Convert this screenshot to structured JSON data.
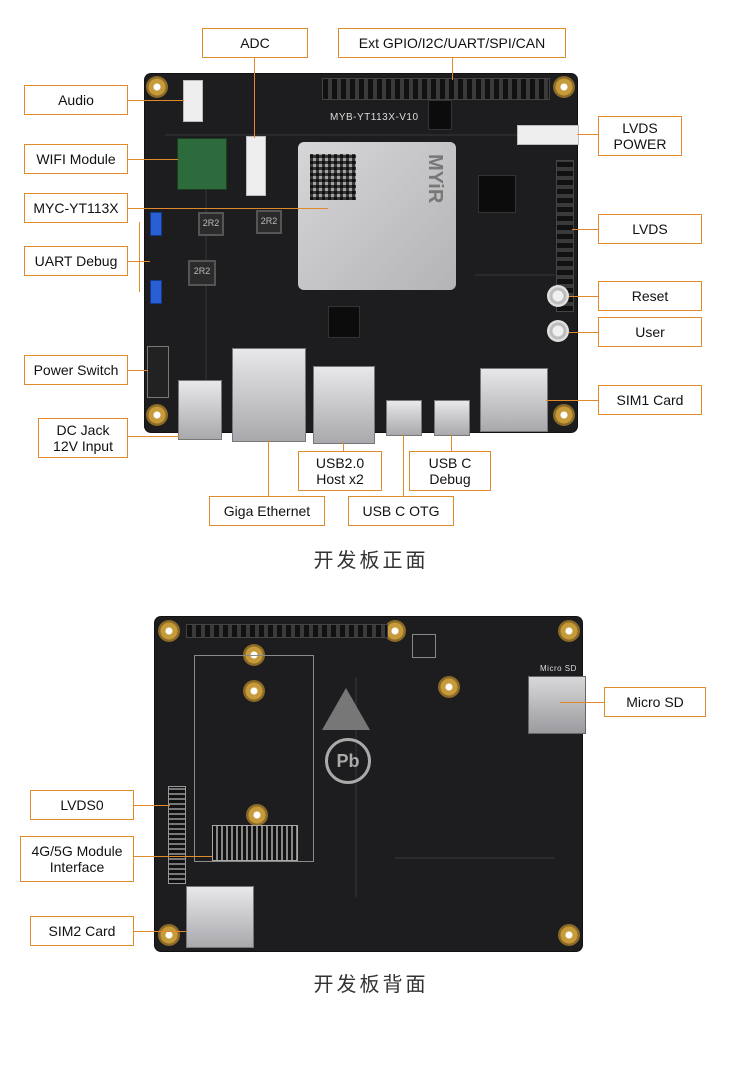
{
  "colors": {
    "callout_border": "#e08a2b",
    "board": "#1d1d1f"
  },
  "front": {
    "board_text": "MYB-YT113X-V10",
    "som_brand": "MYiR",
    "callouts": {
      "adc": "ADC",
      "ext_gpio": "Ext GPIO/I2C/UART/SPI/CAN",
      "audio": "Audio",
      "lvds_power": "LVDS\nPOWER",
      "wifi": "WIFI Module",
      "myc": "MYC-YT113X",
      "lvds": "LVDS",
      "uart": "UART Debug",
      "reset": "Reset",
      "user": "User",
      "power_switch": "Power Switch",
      "sim1": "SIM1 Card",
      "dc_jack": "DC Jack\n12V Input",
      "usb2": "USB2.0\nHost x2",
      "usbc_debug": "USB C\nDebug",
      "giga_eth": "Giga Ethernet",
      "usbc_otg": "USB C OTG"
    },
    "caption": "开发板正面"
  },
  "back": {
    "board_text": "Micro SD",
    "pb_symbol": "Pb",
    "callouts": {
      "micro_sd": "Micro SD",
      "lvds0": "LVDS0",
      "module_4g": "4G/5G Module\nInterface",
      "sim2": "SIM2 Card"
    },
    "caption": "开发板背面"
  }
}
